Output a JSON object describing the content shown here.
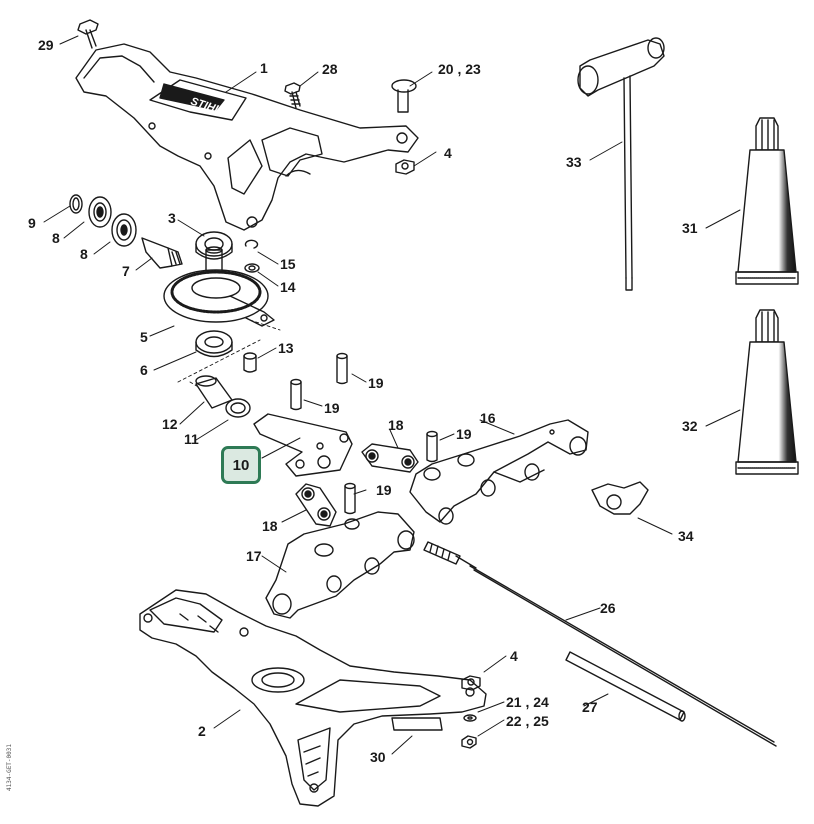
{
  "labels": {
    "p29": "29",
    "p1": "1",
    "p28": "28",
    "p20_23": "20 , 23",
    "p4a": "4",
    "p33": "33",
    "p31": "31",
    "p32": "32",
    "p34": "34",
    "p9": "9",
    "p8a": "8",
    "p8b": "8",
    "p3": "3",
    "p7": "7",
    "p15": "15",
    "p14": "14",
    "p5": "5",
    "p6": "6",
    "p13": "13",
    "p19a": "19",
    "p19b": "19",
    "p19c": "19",
    "p19d": "19",
    "p12": "12",
    "p11": "11",
    "p10": "10",
    "p18a": "18",
    "p18b": "18",
    "p16": "16",
    "p17": "17",
    "p26": "26",
    "p27": "27",
    "p4b": "4",
    "p21_24": "21 , 24",
    "p22_25": "22 , 25",
    "p2": "2",
    "p30": "30"
  },
  "housing_brand": "STIHL",
  "side_code": "4134-GET-0031",
  "highlight_color": "#2e7a55"
}
